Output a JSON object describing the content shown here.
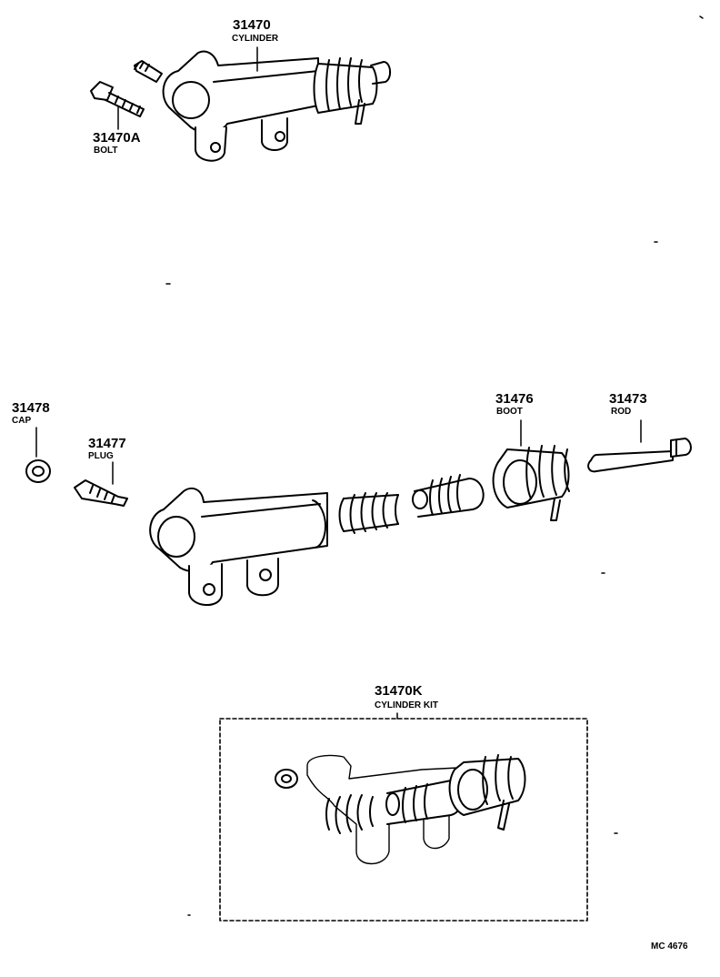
{
  "diagram_code": "MC 4676",
  "parts": [
    {
      "number": "31470",
      "name": "CYLINDER"
    },
    {
      "number": "31470A",
      "name": "BOLT"
    },
    {
      "number": "31478",
      "name": "CAP"
    },
    {
      "number": "31477",
      "name": "PLUG"
    },
    {
      "number": "31476",
      "name": "BOOT"
    },
    {
      "number": "31473",
      "name": "ROD"
    },
    {
      "number": "31470K",
      "name": "CYLINDER KIT"
    }
  ]
}
